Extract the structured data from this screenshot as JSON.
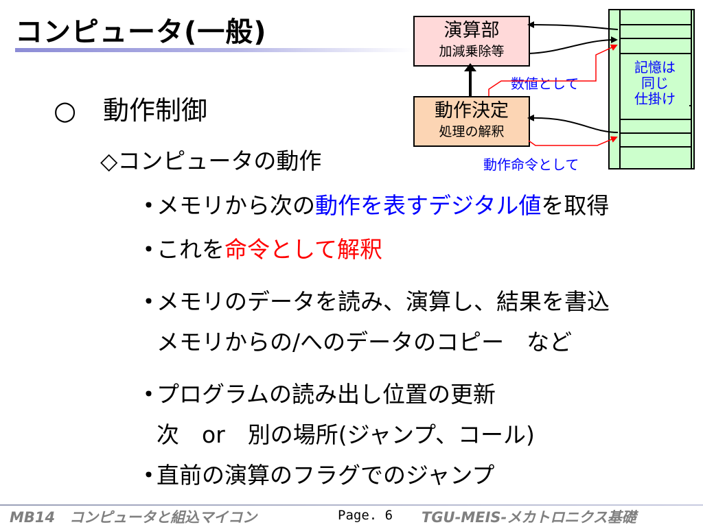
{
  "title": "コンピュータ(一般)",
  "heading": {
    "mark": "○",
    "text": "動作制御"
  },
  "subheading": "◇コンピュータの動作",
  "bullets": [
    {
      "dot": "・",
      "pre": "メモリから次の",
      "hl": "動作を表すデジタル値",
      "post": "を取得"
    },
    {
      "dot": "・",
      "pre": "これを",
      "hl": "命令として解釈",
      "post": ""
    },
    {
      "dot": "・",
      "text": "メモリのデータを読み、演算し、結果を書込"
    },
    {
      "cont": "メモリからの/へのデータのコピー　など"
    },
    {
      "dot": "・",
      "text": "プログラムの読み出し位置の更新"
    },
    {
      "cont": "次　or　別の場所(ジャンプ、コール)"
    },
    {
      "dot": "・",
      "text": "直前の演算のフラグでのジャンプ"
    }
  ],
  "diagram": {
    "enzan": {
      "main": "演算部",
      "sub": "加減乗除等"
    },
    "dosa": {
      "main": "動作決定",
      "sub": "処理の解釈"
    },
    "memory_label": [
      "記憶は",
      "同じ",
      "仕掛け"
    ],
    "label_value": "数値として",
    "label_command": "動作命令として",
    "colors": {
      "enzan": "#ffd9d9",
      "dosa": "#fcd5b4",
      "memory": "#ccffcc",
      "label": "#0000ff",
      "red_line": "#ff0000"
    }
  },
  "footer": {
    "left": "MB14　コンピュータと組込マイコン",
    "page": "Page. 6",
    "right": "TGU-MEIS-メカトロニクス基礎"
  }
}
